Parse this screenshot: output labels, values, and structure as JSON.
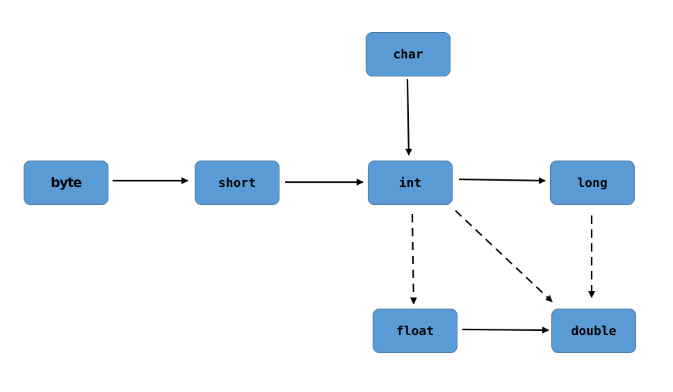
{
  "diagram": {
    "nodes": {
      "char": {
        "label": "char"
      },
      "byte": {
        "label": "byte"
      },
      "short": {
        "label": "short"
      },
      "int": {
        "label": "int"
      },
      "long": {
        "label": "long"
      },
      "float": {
        "label": "float"
      },
      "double": {
        "label": "double"
      }
    },
    "edges": [
      {
        "from": "char",
        "to": "int",
        "style": "solid"
      },
      {
        "from": "byte",
        "to": "short",
        "style": "solid"
      },
      {
        "from": "short",
        "to": "int",
        "style": "solid"
      },
      {
        "from": "int",
        "to": "long",
        "style": "solid"
      },
      {
        "from": "int",
        "to": "float",
        "style": "dashed"
      },
      {
        "from": "int",
        "to": "double",
        "style": "dashed"
      },
      {
        "from": "long",
        "to": "double",
        "style": "dashed"
      },
      {
        "from": "float",
        "to": "double",
        "style": "solid"
      }
    ],
    "colors": {
      "node_fill": "#5b9bd5",
      "node_border": "#41719c",
      "text": "#000000",
      "arrow": "#000000"
    }
  }
}
